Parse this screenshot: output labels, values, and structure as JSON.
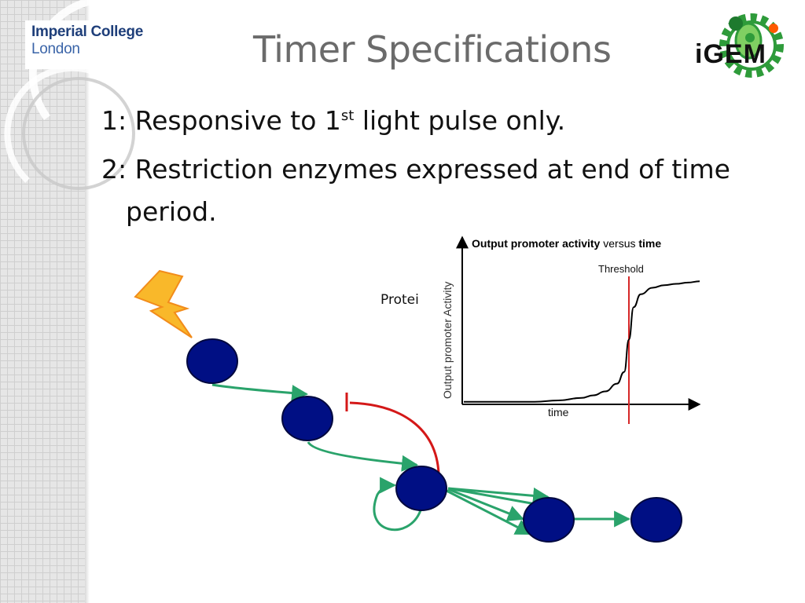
{
  "logo": {
    "line1": "Imperial College",
    "line2": "London"
  },
  "title": "Timer Specifications",
  "igem_logo": {
    "text": "iGEM"
  },
  "bullets": {
    "b1": {
      "num": "1:",
      "pre": "Responsive to 1",
      "sup": "st",
      "post": " light pulse only."
    },
    "b2": {
      "num": "2:",
      "line1": "Restriction enzymes expressed at end of time",
      "line2": "period."
    }
  },
  "partial_label": "Protei",
  "chart_data": {
    "type": "line",
    "title_parts": {
      "a": "Output promoter activity",
      "b": " versus ",
      "c": "time"
    },
    "xlabel": "time",
    "ylabel": "Output promoter Activity",
    "annotation": "Threshold",
    "series": [
      {
        "x": [
          0,
          0.1,
          0.2,
          0.3,
          0.4,
          0.5,
          0.55,
          0.6,
          0.65,
          0.68,
          0.7,
          0.72,
          0.75,
          0.8,
          0.85,
          0.9,
          0.95,
          1.0
        ],
        "y": [
          0.02,
          0.02,
          0.02,
          0.02,
          0.03,
          0.05,
          0.07,
          0.1,
          0.16,
          0.25,
          0.5,
          0.75,
          0.85,
          0.9,
          0.92,
          0.93,
          0.94,
          0.95
        ]
      }
    ],
    "threshold_x": 0.7,
    "threshold_color": "#d62728",
    "line_color": "#000000"
  },
  "colors": {
    "node_fill": "#000f84",
    "node_stroke": "#00083f",
    "arrow_green": "#2aa36b",
    "inhibit_red": "#d41818",
    "bolt": "#f9b82a"
  }
}
